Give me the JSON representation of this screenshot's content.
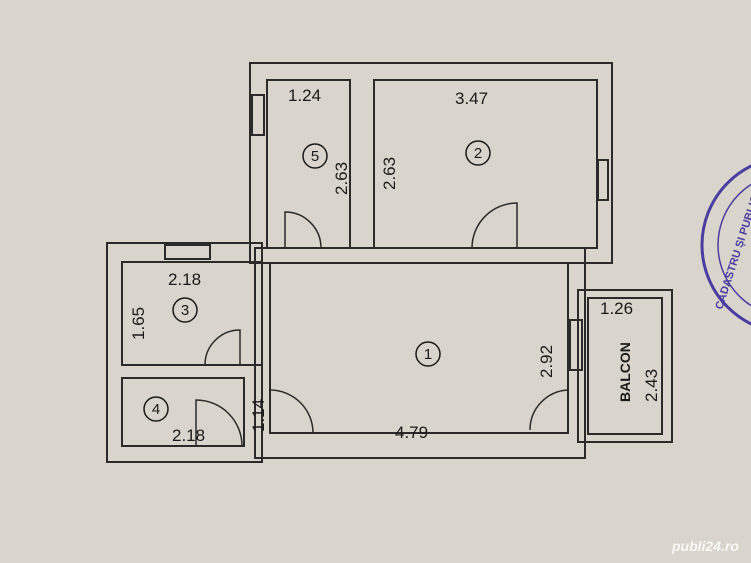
{
  "plan": {
    "rooms": [
      {
        "number": "1",
        "width": "4.79",
        "length": "2.92"
      },
      {
        "number": "2",
        "width": "3.47",
        "length": "2.63"
      },
      {
        "number": "3",
        "width": "2.18",
        "length": "1.65"
      },
      {
        "number": "4",
        "width": "2.18",
        "length": "1.14"
      },
      {
        "number": "5",
        "width": "1.24",
        "length": "2.63"
      }
    ],
    "balcony": {
      "label": "BALCON",
      "width": "1.26",
      "length": "2.43"
    }
  },
  "stamp": {
    "text": "CADASTRU ȘI PUBLICITATE",
    "color": "#4a3da0"
  },
  "watermark": "publi24.ro"
}
